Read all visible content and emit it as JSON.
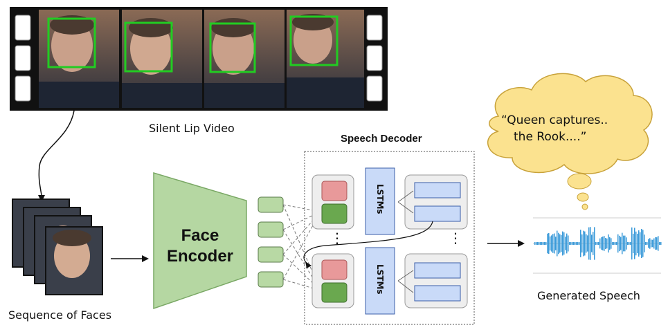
{
  "labels": {
    "silent_lip_video": "Silent Lip Video",
    "sequence_of_faces": "Sequence of Faces",
    "face_encoder_line1": "Face",
    "face_encoder_line2": "Encoder",
    "speech_decoder": "Speech Decoder",
    "lstm_top": "LSTMs",
    "lstm_bottom": "LSTMs",
    "generated_speech": "Generated Speech",
    "speech_bubble_line1": "“Queen captures..",
    "speech_bubble_line2": "the Rook....”",
    "ellipsis_left": "⋮",
    "ellipsis_right": "⋮"
  },
  "colors": {
    "encoder_green": "#b5d7a2",
    "embed_green": "#b8d9a4",
    "decoder_red": "#e8999a",
    "decoder_green": "#6aa84f",
    "lstm_blue": "#c9daf8",
    "output_blue": "#c9daf8",
    "cloud_yellow": "#fbe28f",
    "face_box_green": "#22cc22",
    "waveform_blue": "#3a9ad9"
  }
}
